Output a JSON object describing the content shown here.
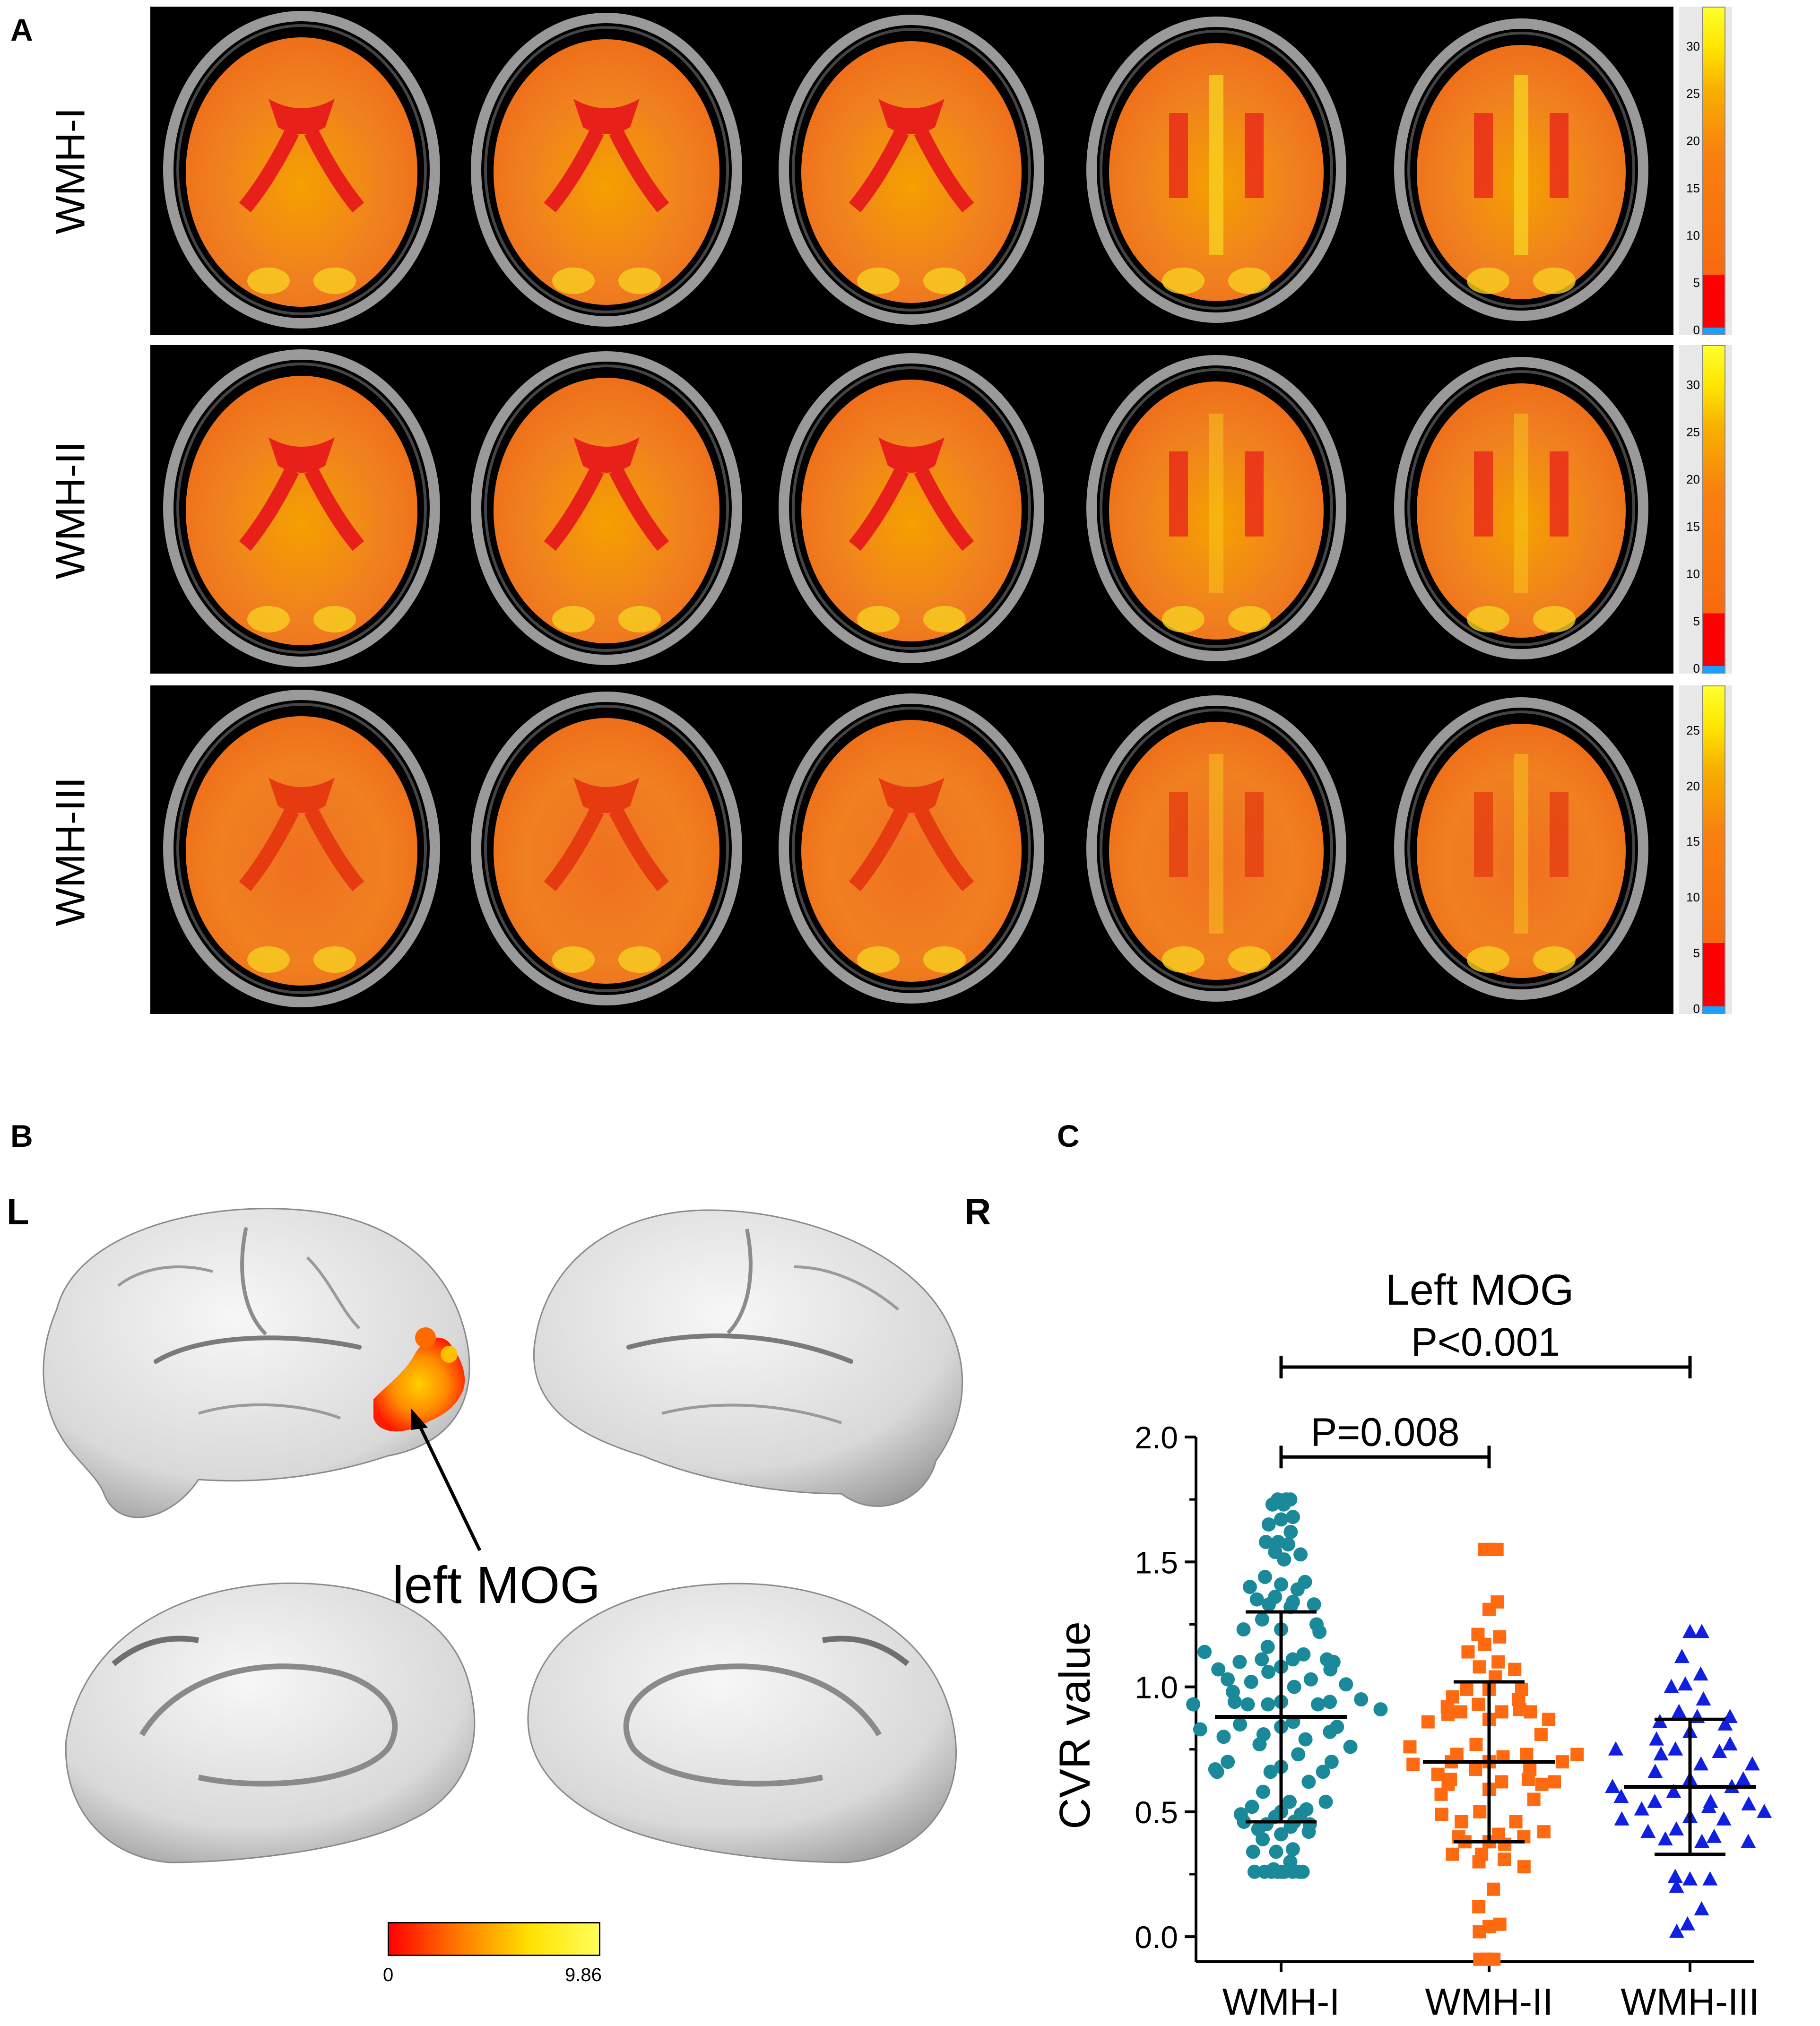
{
  "panel_a": {
    "letter": "A",
    "rows": [
      {
        "label": "WMH-I",
        "colorbar_ticks": [
          "30",
          "25",
          "20",
          "15",
          "10",
          "5",
          "0"
        ],
        "cbar_max": 33
      },
      {
        "label": "WMH-II",
        "colorbar_ticks": [
          "30",
          "25",
          "20",
          "15",
          "10",
          "5",
          "0"
        ],
        "cbar_max": 33
      },
      {
        "label": "WMH-III",
        "colorbar_ticks": [
          "25",
          "20",
          "15",
          "10",
          "5",
          "0"
        ],
        "cbar_max": 28
      }
    ]
  },
  "panel_b": {
    "letter": "B",
    "left_label": "L",
    "annotation": "left MOG",
    "scale_min": "0",
    "scale_max": "9.86",
    "colors": {
      "low": "#ff0000",
      "mid": "#ff8000",
      "high": "#ffff40"
    }
  },
  "panel_c": {
    "letter": "C",
    "right_label": "R"
  },
  "chart_data": {
    "type": "scatter",
    "title": "Left MOG",
    "ylabel": "CVR value",
    "xlabel": "",
    "categories": [
      "WMH-I",
      "WMH-II",
      "WMH-III"
    ],
    "ylim": [
      -0.1,
      2.0
    ],
    "yticks": [
      "0.0",
      "0.5",
      "1.0",
      "1.5",
      "2.0"
    ],
    "series": [
      {
        "category": "WMH-I",
        "color": "#1a8a9a",
        "marker": "circle",
        "mean": 0.88,
        "sd_low": 0.46,
        "sd_high": 1.3,
        "n": 110,
        "min": 0.26,
        "max": 1.75
      },
      {
        "category": "WMH-II",
        "color": "#ff6a10",
        "marker": "square",
        "mean": 0.7,
        "sd_low": 0.38,
        "sd_high": 1.02,
        "n": 75,
        "min": -0.09,
        "max": 1.55
      },
      {
        "category": "WMH-III",
        "color": "#1020e0",
        "marker": "triangle",
        "mean": 0.6,
        "sd_low": 0.33,
        "sd_high": 0.87,
        "n": 50,
        "min": 0.02,
        "max": 1.22
      }
    ],
    "annotations": [
      {
        "text": "P=0.008",
        "from": "WMH-I",
        "to": "WMH-II",
        "y": 1.92
      },
      {
        "text": "P<0.001",
        "from": "WMH-I",
        "to": "WMH-III",
        "y": 2.28
      }
    ]
  }
}
